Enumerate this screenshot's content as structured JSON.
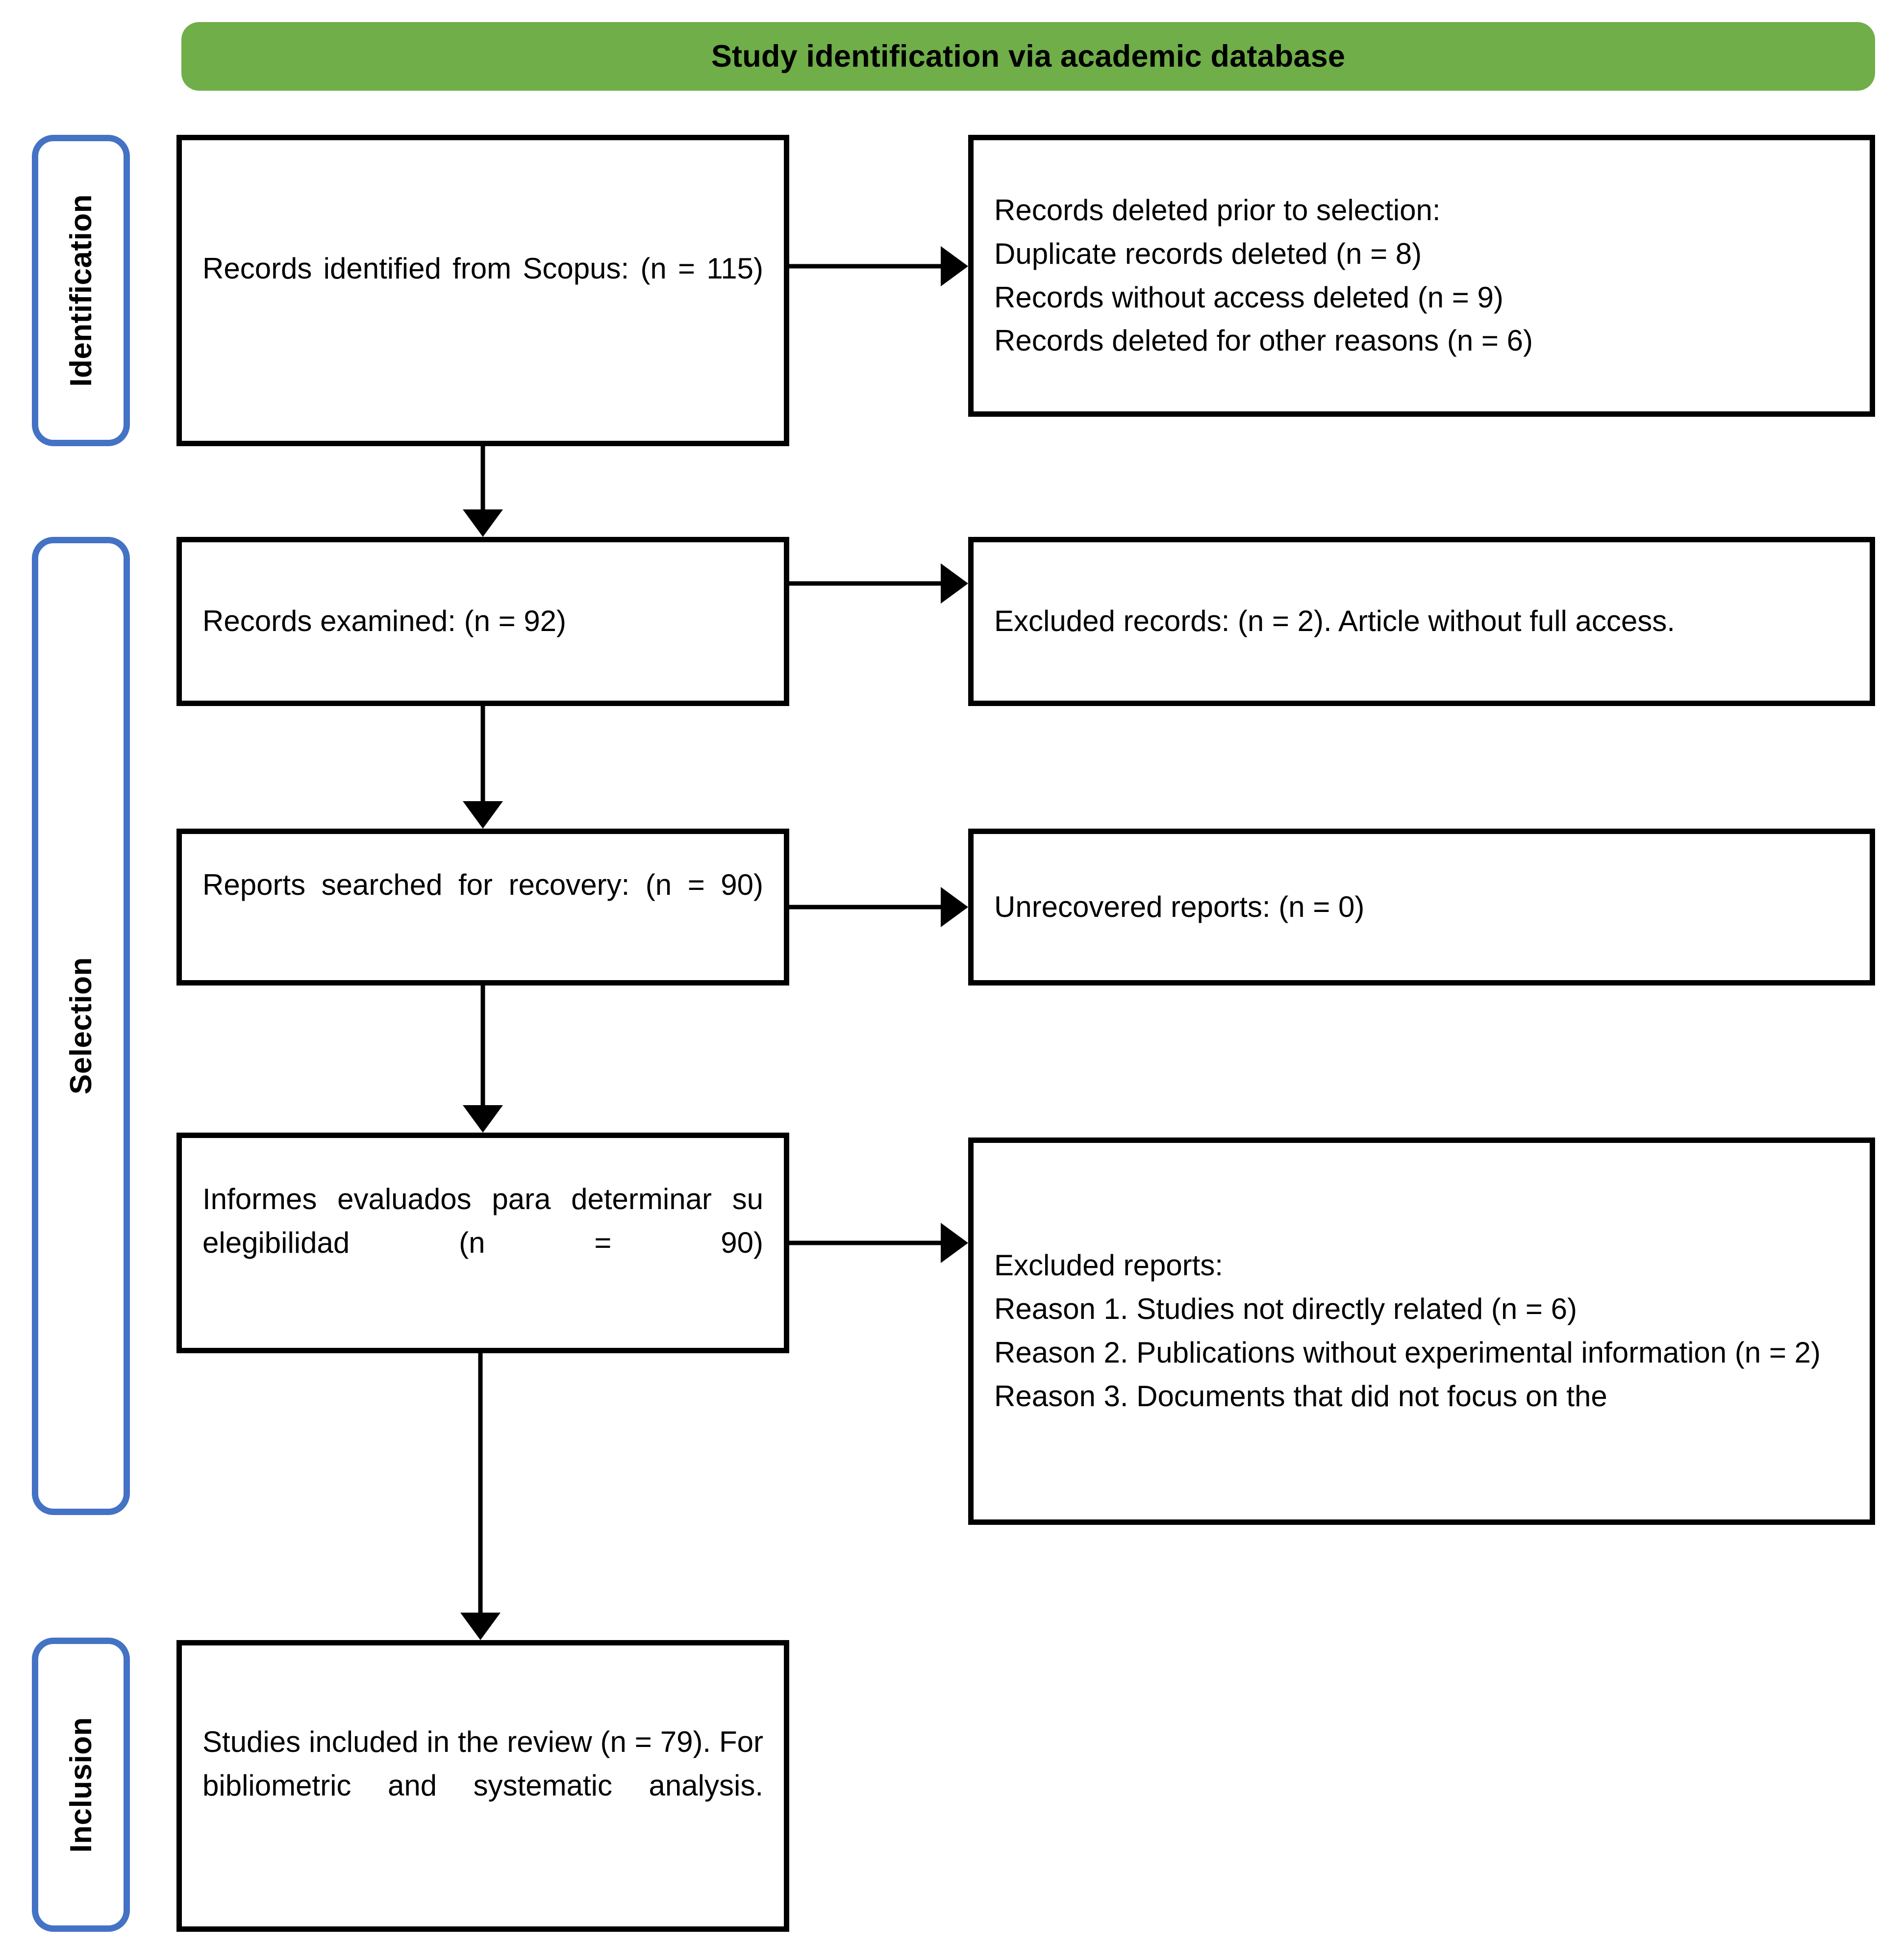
{
  "header": {
    "title": "Study identification via academic database",
    "banner_color": "#6FAE48"
  },
  "stages": {
    "accent_color": "#4472C4",
    "identification": "Identification",
    "selection": "Selection",
    "inclusion": "Inclusion"
  },
  "boxes": {
    "identified": {
      "text": "Records identified from Scopus: (n = 115)"
    },
    "deleted": {
      "line1": "Records deleted prior to selection:",
      "line2": "Duplicate records deleted (n = 8)",
      "line3": "Records without access deleted (n = 9)",
      "line4": "Records deleted for other reasons (n = 6)"
    },
    "examined": {
      "text": "Records examined: (n = 92)"
    },
    "excluded_records": {
      "text": "Excluded records: (n = 2). Article without full access."
    },
    "recovery": {
      "text": "Reports searched for recovery: (n = 90)"
    },
    "unrecovered": {
      "text": "Unrecovered reports: (n = 0)"
    },
    "eligibility": {
      "text": "Informes evaluados para determinar su elegibilidad (n = 90)"
    },
    "excluded_reports": {
      "line1": "Excluded reports:",
      "line2": "Reason 1. Studies not directly related (n = 6)",
      "line3": "Reason 2. Publications without experimental information (n = 2)",
      "line4": "Reason 3. Documents that did not focus on the"
    },
    "included": {
      "text": "Studies included in the review (n = 79). For bibliometric and systematic analysis."
    }
  },
  "chart_data": {
    "type": "diagram",
    "title": "Study identification via academic database",
    "nodes": [
      {
        "id": "identified",
        "stage": "Identification",
        "label": "Records identified from Scopus",
        "n": 115
      },
      {
        "id": "deleted",
        "stage": "Identification",
        "label": "Records deleted prior to selection",
        "items": [
          {
            "label": "Duplicate records deleted",
            "n": 8
          },
          {
            "label": "Records without access deleted",
            "n": 9
          },
          {
            "label": "Records deleted for other reasons",
            "n": 6
          }
        ]
      },
      {
        "id": "examined",
        "stage": "Selection",
        "label": "Records examined",
        "n": 92
      },
      {
        "id": "excluded_records",
        "stage": "Selection",
        "label": "Excluded records. Article without full access.",
        "n": 2
      },
      {
        "id": "recovery",
        "stage": "Selection",
        "label": "Reports searched for recovery",
        "n": 90
      },
      {
        "id": "unrecovered",
        "stage": "Selection",
        "label": "Unrecovered reports",
        "n": 0
      },
      {
        "id": "eligibility",
        "stage": "Selection",
        "label": "Informes evaluados para determinar su elegibilidad",
        "n": 90
      },
      {
        "id": "excluded_reports",
        "stage": "Selection",
        "label": "Excluded reports",
        "items": [
          {
            "label": "Reason 1. Studies not directly related",
            "n": 6
          },
          {
            "label": "Reason 2. Publications without experimental information",
            "n": 2
          },
          {
            "label": "Reason 3. Documents that did not focus on the",
            "n": null
          }
        ]
      },
      {
        "id": "included",
        "stage": "Inclusion",
        "label": "Studies included in the review. For bibliometric and systematic analysis.",
        "n": 79
      }
    ],
    "edges": [
      {
        "from": "identified",
        "to": "deleted",
        "direction": "right"
      },
      {
        "from": "identified",
        "to": "examined",
        "direction": "down"
      },
      {
        "from": "examined",
        "to": "excluded_records",
        "direction": "right"
      },
      {
        "from": "examined",
        "to": "recovery",
        "direction": "down"
      },
      {
        "from": "recovery",
        "to": "unrecovered",
        "direction": "right"
      },
      {
        "from": "recovery",
        "to": "eligibility",
        "direction": "down"
      },
      {
        "from": "eligibility",
        "to": "excluded_reports",
        "direction": "right"
      },
      {
        "from": "eligibility",
        "to": "included",
        "direction": "down"
      }
    ]
  }
}
